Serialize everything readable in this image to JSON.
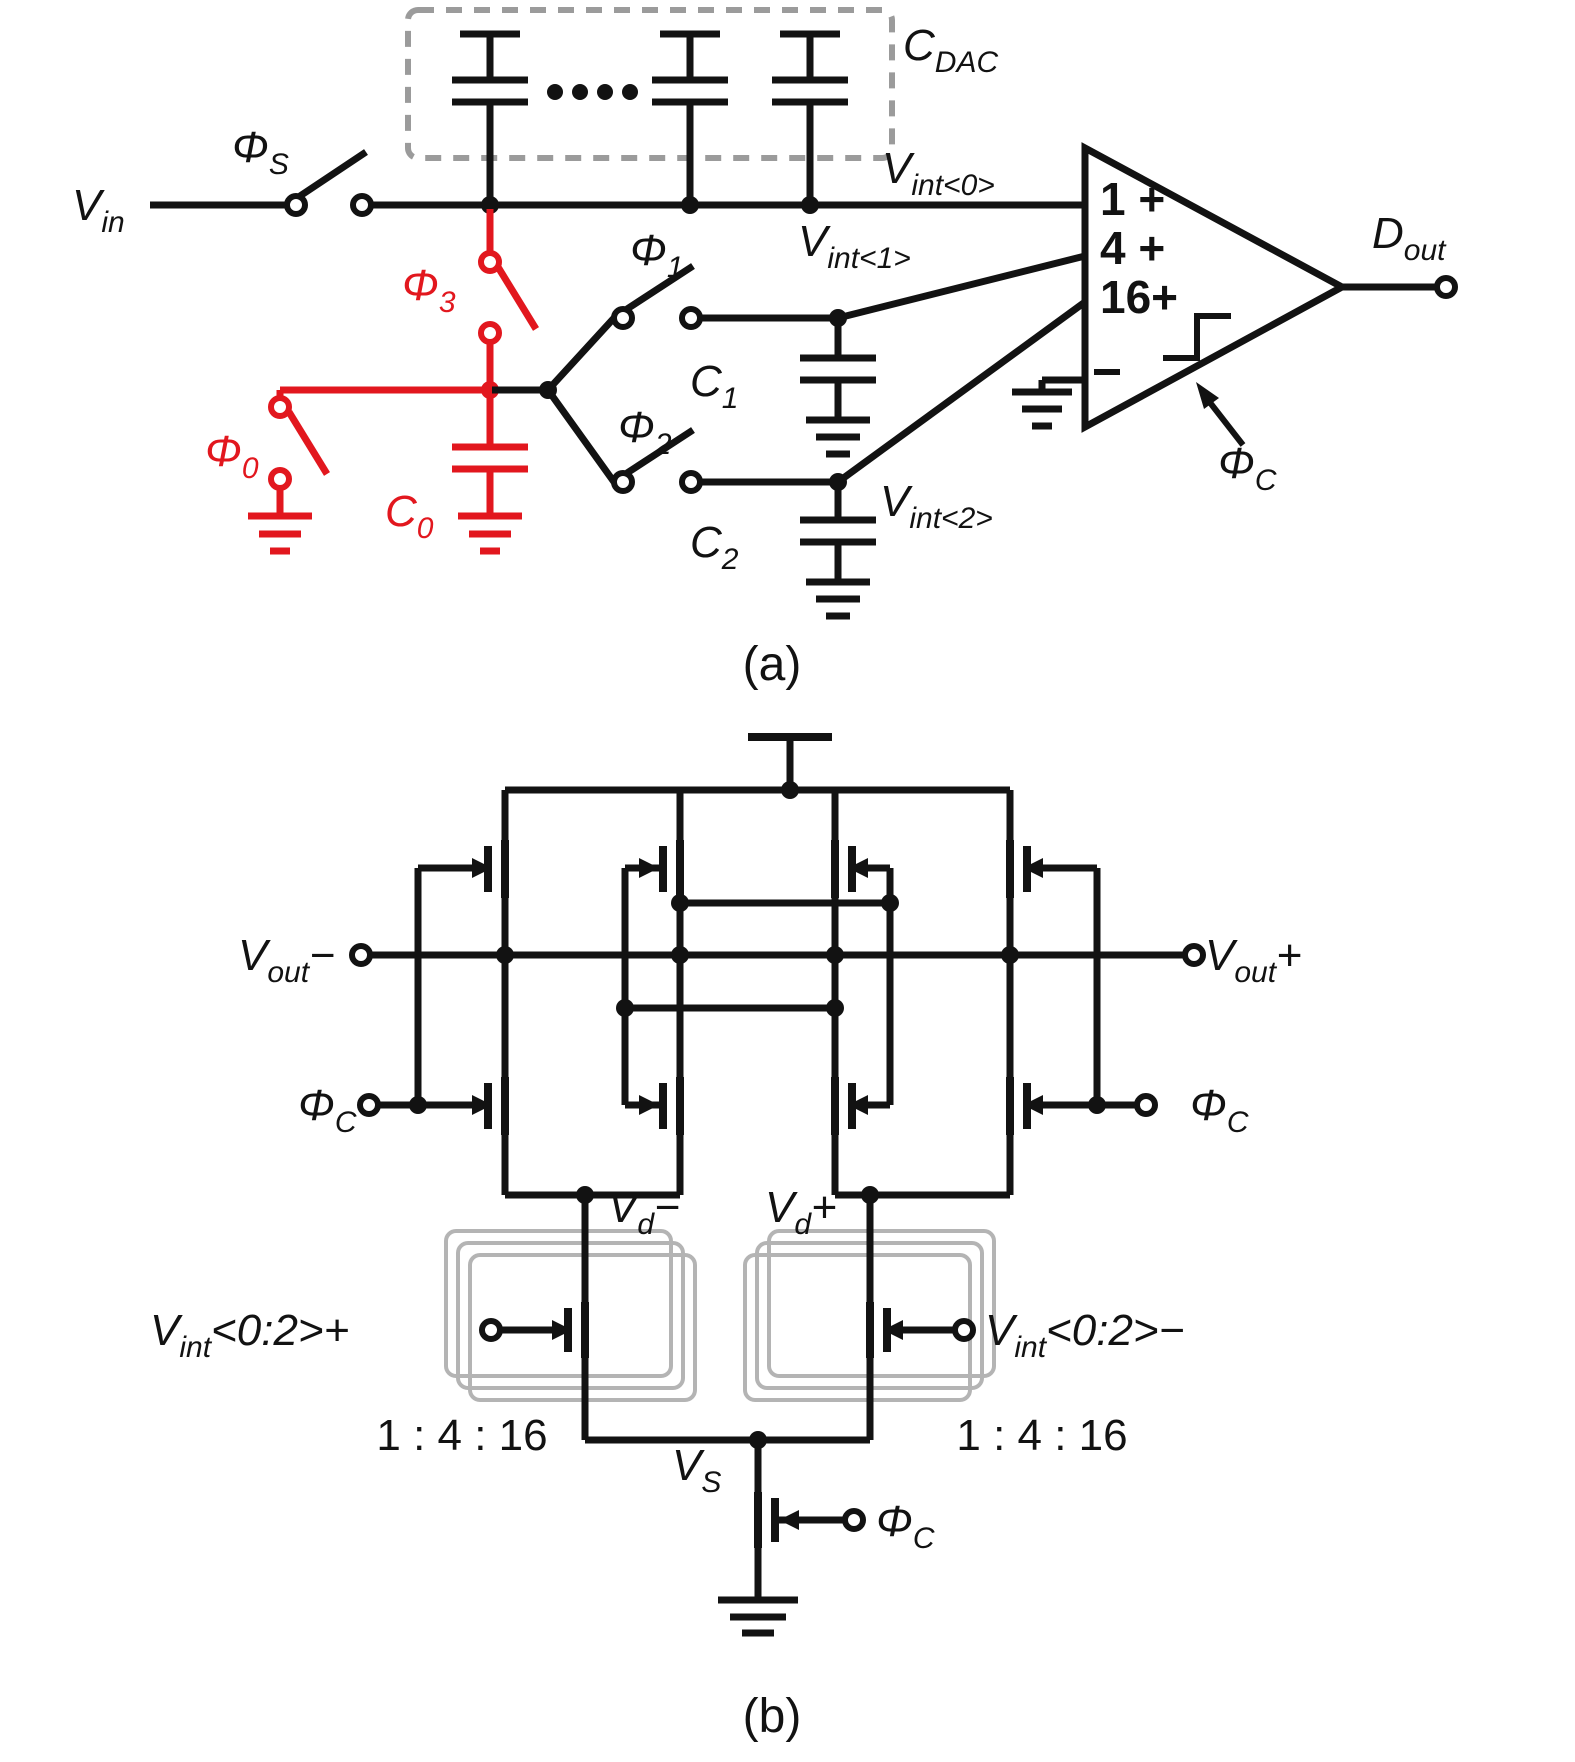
{
  "figure": {
    "caption_a": "(a)",
    "caption_b": "(b)"
  },
  "colors": {
    "ink": "#121212",
    "red": "#e2171e",
    "gray": "#9b9b9b",
    "boxgray": "#b4b4b4"
  },
  "a": {
    "vin": {
      "pre": "V",
      "sub": "in"
    },
    "phi_s": {
      "pre": "Φ",
      "sub": "S"
    },
    "cdac": {
      "pre": "C",
      "sub": "DAC"
    },
    "vint0": {
      "pre": "V",
      "sub": "int<0>"
    },
    "vint1": {
      "pre": "V",
      "sub": "int<1>"
    },
    "vint2": {
      "pre": "V",
      "sub": "int<2>"
    },
    "phi3": {
      "pre": "Φ",
      "sub": "3"
    },
    "phi0": {
      "pre": "Φ",
      "sub": "0"
    },
    "phi1": {
      "pre": "Φ",
      "sub": "1"
    },
    "phi2": {
      "pre": "Φ",
      "sub": "2"
    },
    "c0": {
      "pre": "C",
      "sub": "0"
    },
    "c1": {
      "pre": "C",
      "sub": "1"
    },
    "c2": {
      "pre": "C",
      "sub": "2"
    },
    "comp": {
      "in1": "1 +",
      "in4": "4 +",
      "in16": "16+"
    },
    "dout": {
      "pre": "D",
      "sub": "out"
    },
    "phic": {
      "pre": "Φ",
      "sub": "C"
    }
  },
  "b": {
    "vout_minus": {
      "pre": "V",
      "sub": "out",
      "post": "−"
    },
    "vout_plus": {
      "pre": "V",
      "sub": "out",
      "post": "+"
    },
    "phic_left": {
      "pre": "Φ",
      "sub": "C"
    },
    "phic_right": {
      "pre": "Φ",
      "sub": "C"
    },
    "phic_tail": {
      "pre": "Φ",
      "sub": "C"
    },
    "vd_minus": {
      "pre": "V",
      "sub": "d",
      "post": "−"
    },
    "vd_plus": {
      "pre": "V",
      "sub": "d",
      "post": "+"
    },
    "vint_plus": {
      "pre": "V",
      "sub": "int",
      "post": "<0:2>+"
    },
    "vint_minus": {
      "pre": "V",
      "sub": "int",
      "post": "<0:2>−"
    },
    "ratio_left": "1 : 4 : 16",
    "ratio_right": "1 : 4 : 16",
    "vs": {
      "pre": "V",
      "sub": "S"
    }
  }
}
